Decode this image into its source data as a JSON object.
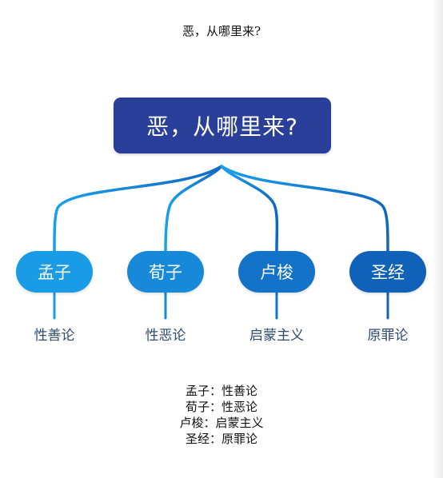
{
  "page_title": "恶，从哪里来?",
  "diagram": {
    "root": "恶，从哪里来?",
    "branches": [
      {
        "name": "孟子",
        "theory": "性善论",
        "color": "#1a9be6"
      },
      {
        "name": "荀子",
        "theory": "性恶论",
        "color": "#1789d8"
      },
      {
        "name": "卢梭",
        "theory": "启蒙主义",
        "color": "#1273c8"
      },
      {
        "name": "圣经",
        "theory": "原罪论",
        "color": "#0f62b8"
      }
    ],
    "root_color": "#2a3f9a",
    "line_color": "#1c86d4"
  },
  "summary": [
    "孟子：性善论",
    "荀子：性恶论",
    "卢梭：启蒙主义",
    "圣经：原罪论"
  ]
}
